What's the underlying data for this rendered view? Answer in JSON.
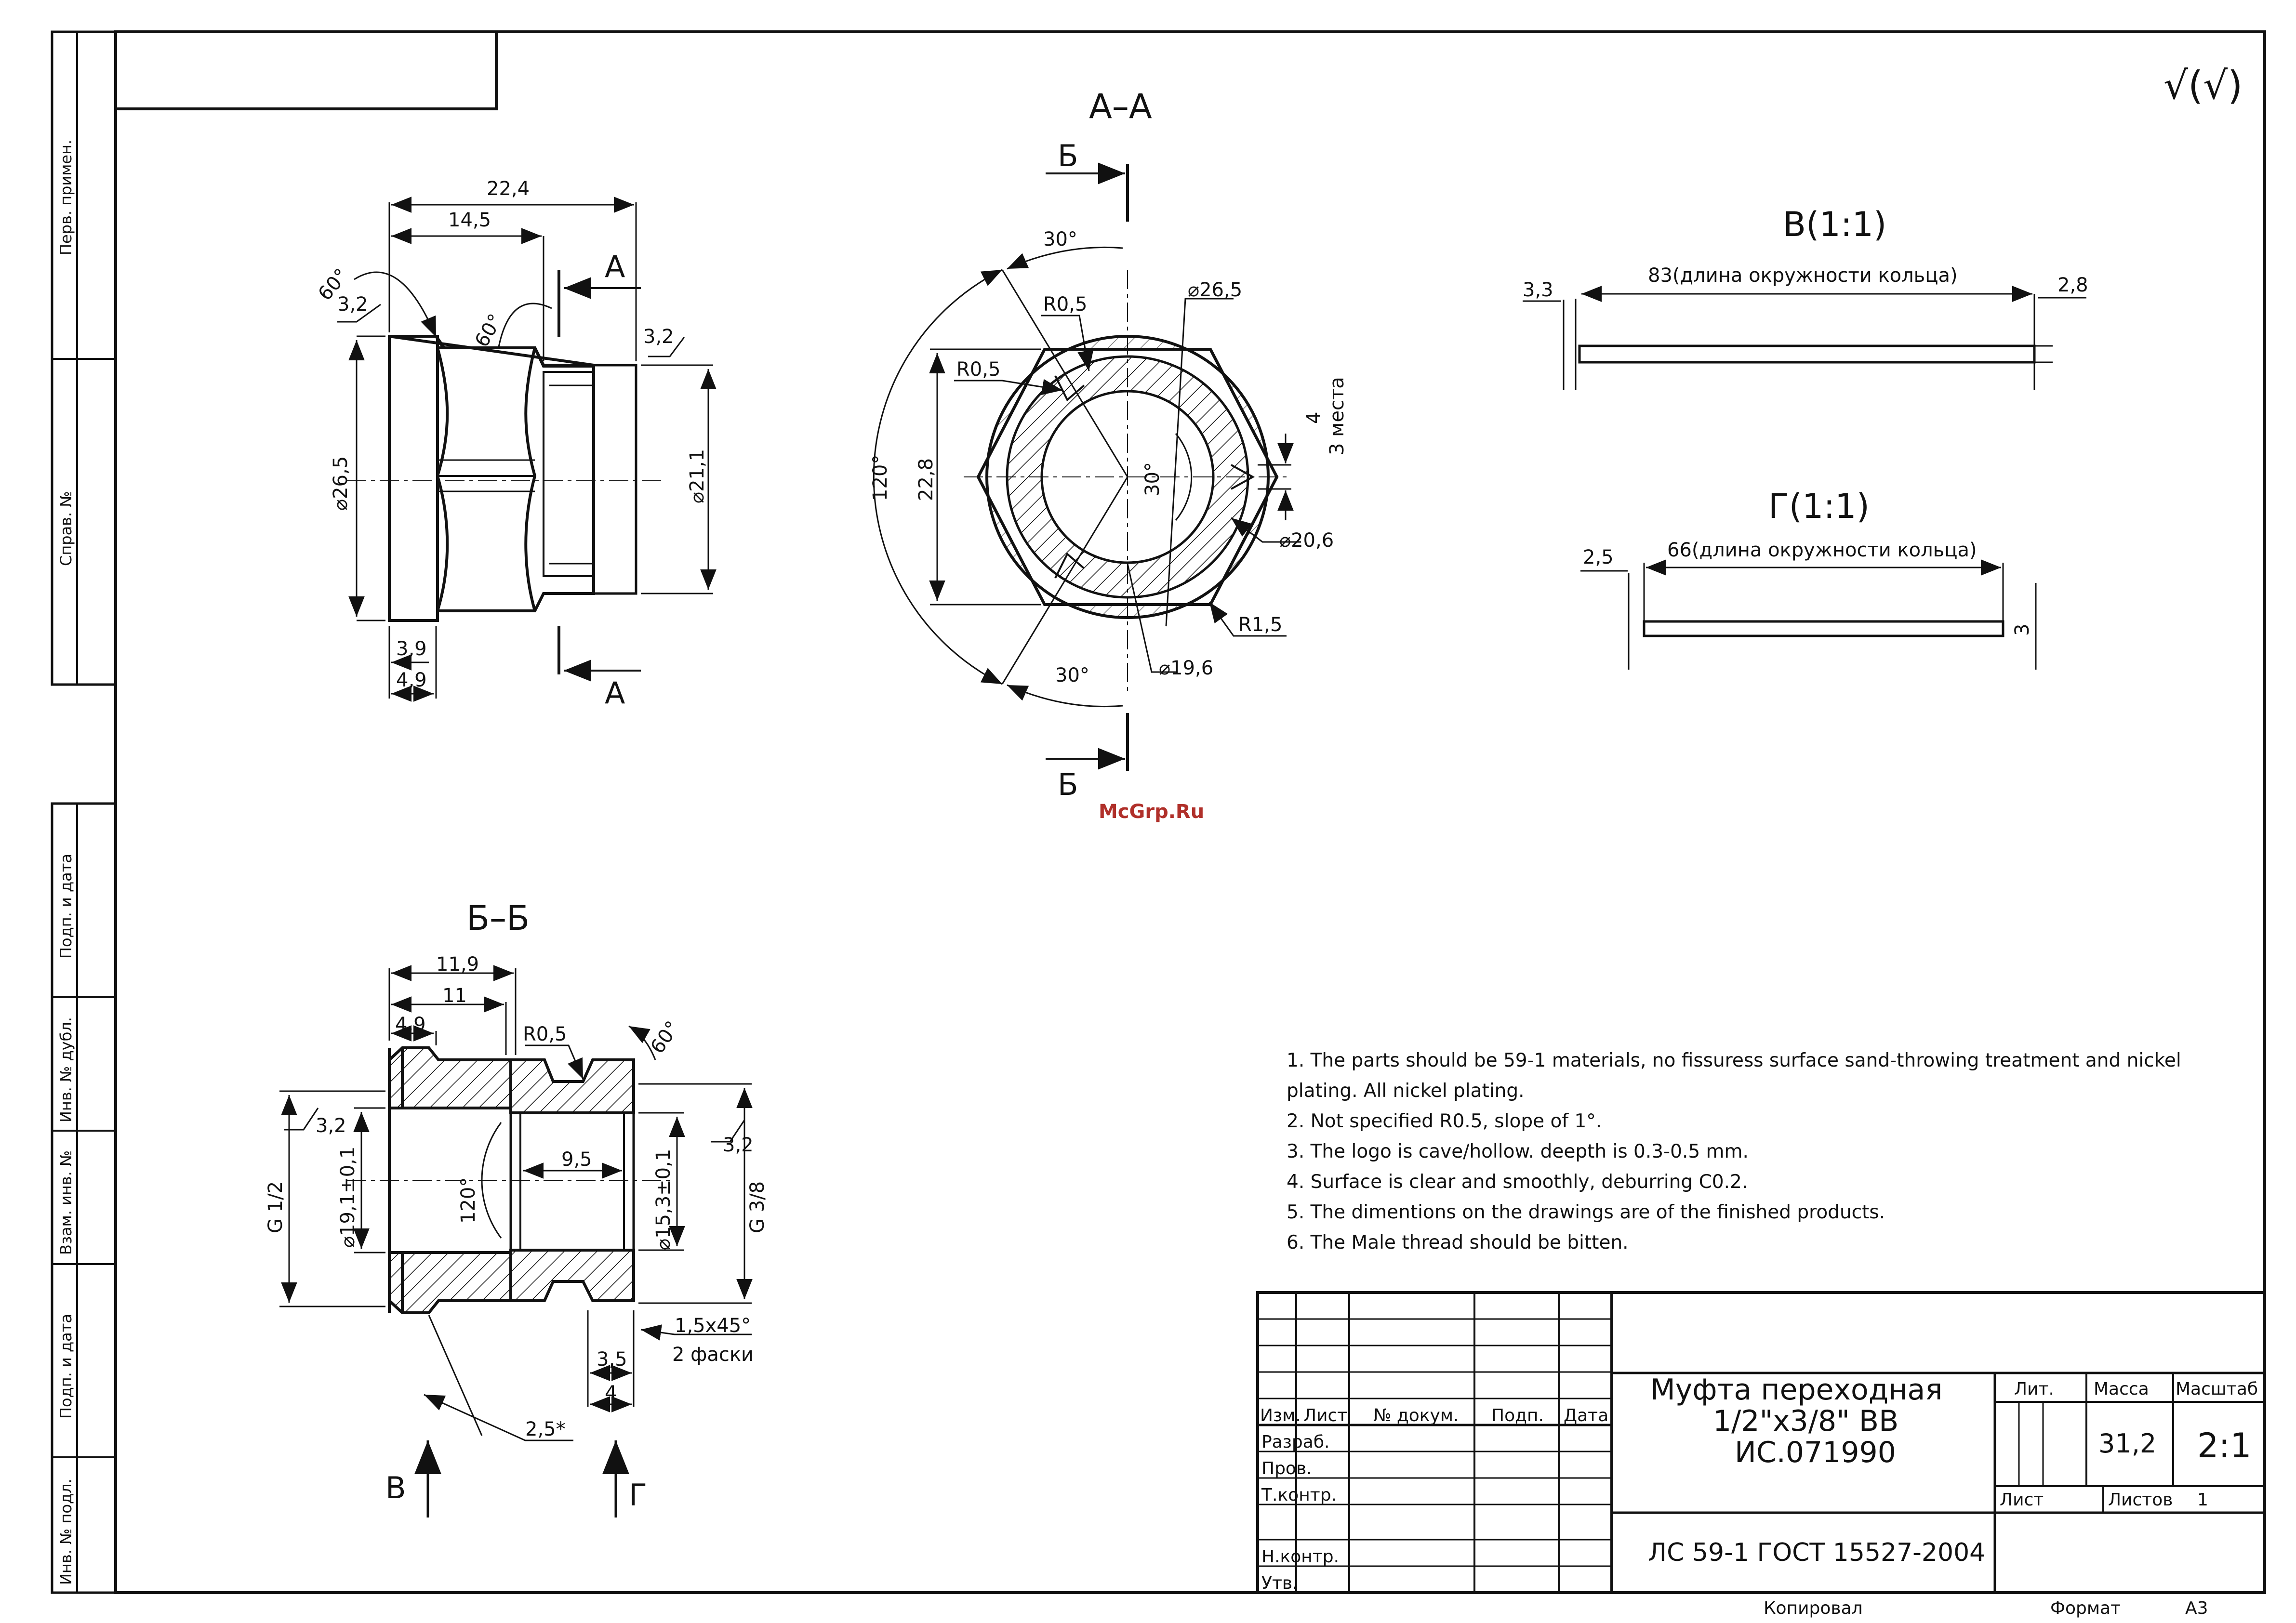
{
  "side_labels": [
    "Перв. примен.",
    "Справ. №",
    "Подп. и дата",
    "Инв. № дубл.",
    "Взам. инв. №",
    "Подп. и дата",
    "Инв. № подл."
  ],
  "roughness_mark": "√(√)",
  "watermark": "McGrp.Ru",
  "views": {
    "section_aa": {
      "title": "А–А",
      "cut_labels": [
        "Б",
        "Б"
      ],
      "dims": [
        "30°",
        "30°",
        "120°",
        "R0,5",
        "R0,5",
        "⌀26,5",
        "4",
        "3 места",
        "22,8",
        "30°",
        "⌀20,6",
        "R1,5",
        "⌀19,6"
      ]
    },
    "front": {
      "cut_labels": [
        "А",
        "А"
      ],
      "dims": [
        "22,4",
        "14,5",
        "60°",
        "60°",
        "3,2",
        "3,2",
        "⌀26,5",
        "⌀21,1",
        "3,9",
        "4,9"
      ]
    },
    "detail_v": {
      "title": "В(1:1)",
      "dims": [
        "3,3",
        "83(длина окружности кольца)",
        "2,8"
      ]
    },
    "detail_g": {
      "title": "Г(1:1)",
      "dims": [
        "2,5",
        "66(длина окружности кольца)",
        "3"
      ]
    },
    "section_bb": {
      "title": "Б–Б",
      "dims": [
        "11,9",
        "11",
        "4,9",
        "R0,5",
        "60°",
        "3,2",
        "3,2",
        "G 1/2",
        "⌀19,1±0,1",
        "120°",
        "9,5",
        "⌀15,3±0,1",
        "G 3/8",
        "1,5x45°",
        "2 фаски",
        "3,5",
        "4",
        "2,5*"
      ],
      "view_labels": [
        "В",
        "Г"
      ]
    }
  },
  "notes": [
    "1. The parts should be 59-1 materials, no fissuress surface sand-throwing treatment and nickel plating. All nickel plating.",
    "2. Not specified R0.5, slope of 1°.",
    "3. The logo is cave/hollow. deepth is 0.3-0.5 mm.",
    "4. Surface is clear and smoothly, deburring C0.2.",
    "5. The dimentions on the drawings are of the finished products.",
    "6. The Male thread should be bitten."
  ],
  "title_block": {
    "columns": [
      "Изм.",
      "Лист",
      "№ докум.",
      "Подп.",
      "Дата"
    ],
    "rows": [
      "Разраб.",
      "Пров.",
      "Т.контр.",
      "Н.контр.",
      "Утв."
    ],
    "title_lines": [
      "Муфта переходная",
      "1/2\"x3/8\" ВВ",
      "ИС.071990"
    ],
    "material": "ЛС 59-1 ГОСТ 15527-2004",
    "lit_label": "Лит.",
    "mass_label": "Масса",
    "scale_label": "Масштаб",
    "mass": "31,2",
    "scale": "2:1",
    "sheet_label": "Лист",
    "sheets_label": "Листов",
    "sheets": "1",
    "copied_label": "Копировал",
    "format_label": "Формат",
    "format": "А3"
  }
}
